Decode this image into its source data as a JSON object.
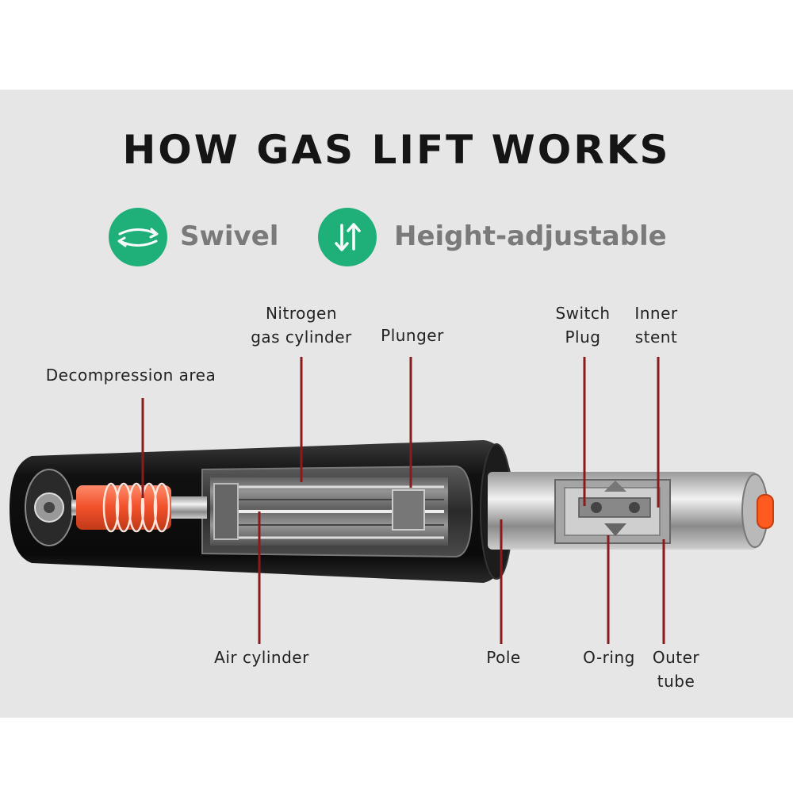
{
  "title": "HOW GAS LIFT WORKS",
  "features": {
    "swivel": {
      "label": "Swivel",
      "icon": "swivel-arrows-icon"
    },
    "height": {
      "label": "Height-adjustable",
      "icon": "up-down-arrows-icon"
    }
  },
  "accent_color": "#1fb07a",
  "leader_color": "#8b1a1a",
  "labels": {
    "decompression": "Decompression area",
    "nitrogen_1": "Nitrogen",
    "nitrogen_2": "gas cylinder",
    "plunger": "Plunger",
    "switch_1": "Switch",
    "switch_2": "Plug",
    "inner_1": "Inner",
    "inner_2": "stent",
    "air": "Air cylinder",
    "pole": "Pole",
    "oring": "O-ring",
    "outer_1": "Outer",
    "outer_2": "tube"
  }
}
